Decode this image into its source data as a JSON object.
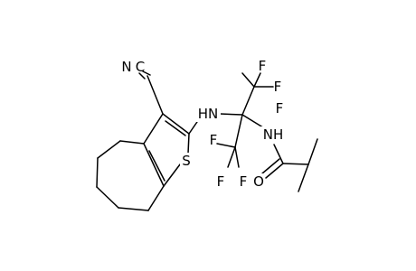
{
  "molecule": {
    "labels": {
      "cyano_n": "N",
      "cyano_c": "C",
      "amine_hn": "HN",
      "ring_s": "S",
      "amide_nh": "NH",
      "carbonyl_o": "O",
      "f_upper_1": "F",
      "f_upper_2": "F",
      "f_upper_3": "F",
      "f_lower_1": "F",
      "f_lower_2": "F",
      "f_lower_3": "F"
    }
  }
}
